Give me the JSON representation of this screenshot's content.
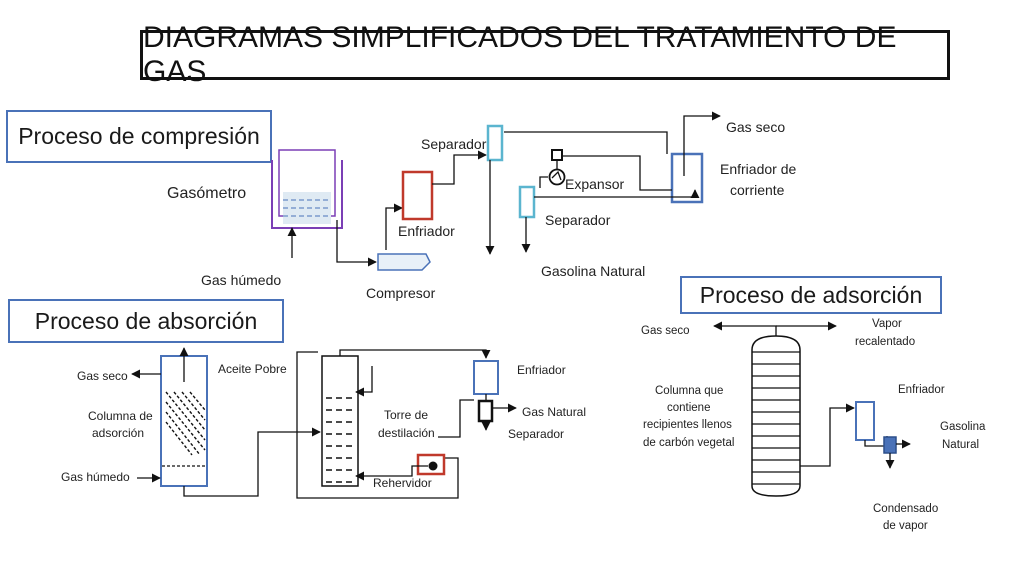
{
  "title": "DIAGRAMAS SIMPLIFICADOS DEL TRATAMIENTO DE GAS",
  "compresion": {
    "heading": "Proceso de compresión",
    "gasometro": "Gasómetro",
    "gas_humedo": "Gas húmedo",
    "compresor": "Compresor",
    "enfriador": "Enfriador",
    "separador_top": "Separador",
    "expansor": "Expansor",
    "separador_mid": "Separador",
    "gasolina_natural": "Gasolina Natural",
    "gas_seco": "Gas seco",
    "enfriador_corriente_1": "Enfriador de",
    "enfriador_corriente_2": "corriente"
  },
  "absorcion": {
    "heading": "Proceso de absorción",
    "gas_seco": "Gas seco",
    "columna_1": "Columna de",
    "columna_2": "adsorción",
    "gas_humedo": "Gas húmedo",
    "aceite_pobre": "Aceite Pobre",
    "torre_1": "Torre de",
    "torre_2": "destilación",
    "rehervidor": "Rehervidor",
    "enfriador": "Enfriador",
    "gas_natural": "Gas Natural",
    "separador": "Separador"
  },
  "adsorcion": {
    "heading": "Proceso de adsorción",
    "gas_seco": "Gas seco",
    "vapor_1": "Vapor",
    "vapor_2": "recalentado",
    "columna_1": "Columna que",
    "columna_2": "contiene",
    "columna_3": "recipientes llenos",
    "columna_4": "de carbón vegetal",
    "enfriador": "Enfriador",
    "gasolina_1": "Gasolina",
    "gasolina_2": "Natural",
    "condensado_1": "Condensado",
    "condensado_2": "de vapor"
  },
  "colors": {
    "section_border": "#4a72b8",
    "vessel_blue": "#4a72b8",
    "cyan_vessel": "#5bb5cf",
    "red_vessel": "#c0392b",
    "gasometer": "#7b3fb5",
    "line": "#111111"
  }
}
